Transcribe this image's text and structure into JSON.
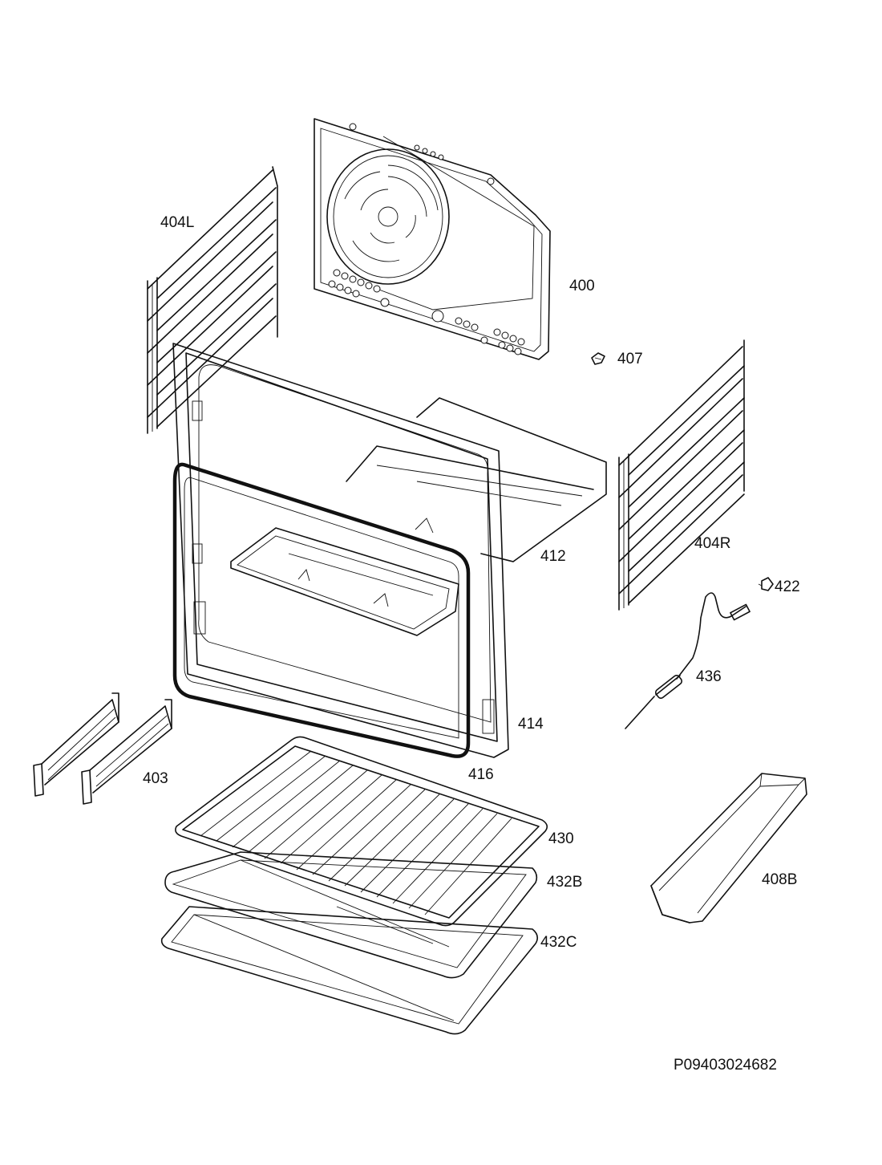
{
  "parts": [
    {
      "id": "400",
      "label": "400",
      "name": "rear-panel"
    },
    {
      "id": "403",
      "label": "403",
      "name": "telescopic-runners"
    },
    {
      "id": "404L",
      "label": "404L",
      "name": "left-shelf-support"
    },
    {
      "id": "404R",
      "label": "404R",
      "name": "right-shelf-support"
    },
    {
      "id": "407",
      "label": "407",
      "name": "clip"
    },
    {
      "id": "408B",
      "label": "408B",
      "name": "tray"
    },
    {
      "id": "412",
      "label": "412",
      "name": "oven-cavity"
    },
    {
      "id": "414",
      "label": "414",
      "name": "front-frame"
    },
    {
      "id": "416",
      "label": "416",
      "name": "door-seal"
    },
    {
      "id": "422",
      "label": "422",
      "name": "sensor-connector"
    },
    {
      "id": "430",
      "label": "430",
      "name": "wire-rack"
    },
    {
      "id": "432B",
      "label": "432B",
      "name": "baking-tray"
    },
    {
      "id": "432C",
      "label": "432C",
      "name": "deep-tray"
    },
    {
      "id": "436",
      "label": "436",
      "name": "meat-probe"
    }
  ],
  "reference_code": "P09403024682"
}
